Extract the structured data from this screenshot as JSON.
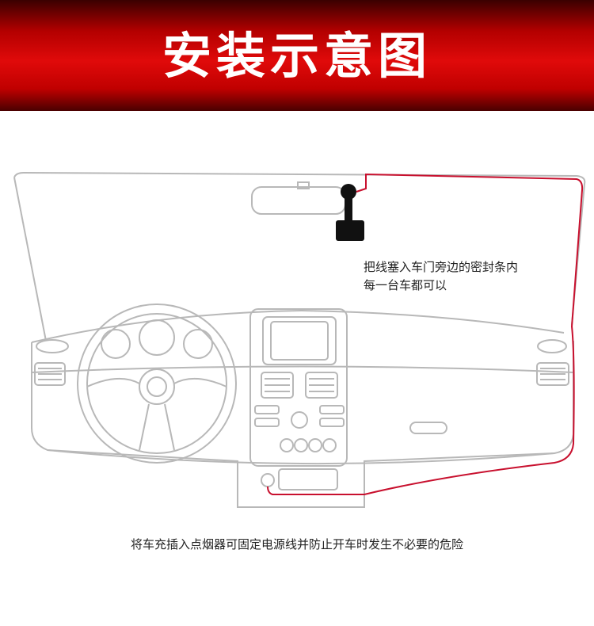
{
  "header": {
    "title": "安装示意图"
  },
  "notes": {
    "line1": "把线塞入车门旁边的密封条内",
    "line2": "每一台车都可以"
  },
  "caption": "将车充插入点烟器可固定电源线并防止开车时发生不必要的危险",
  "colors": {
    "banner_red": "#d10000",
    "cable_red": "#c8102e",
    "outline_gray": "#b8b8b8",
    "device": "#111111"
  }
}
